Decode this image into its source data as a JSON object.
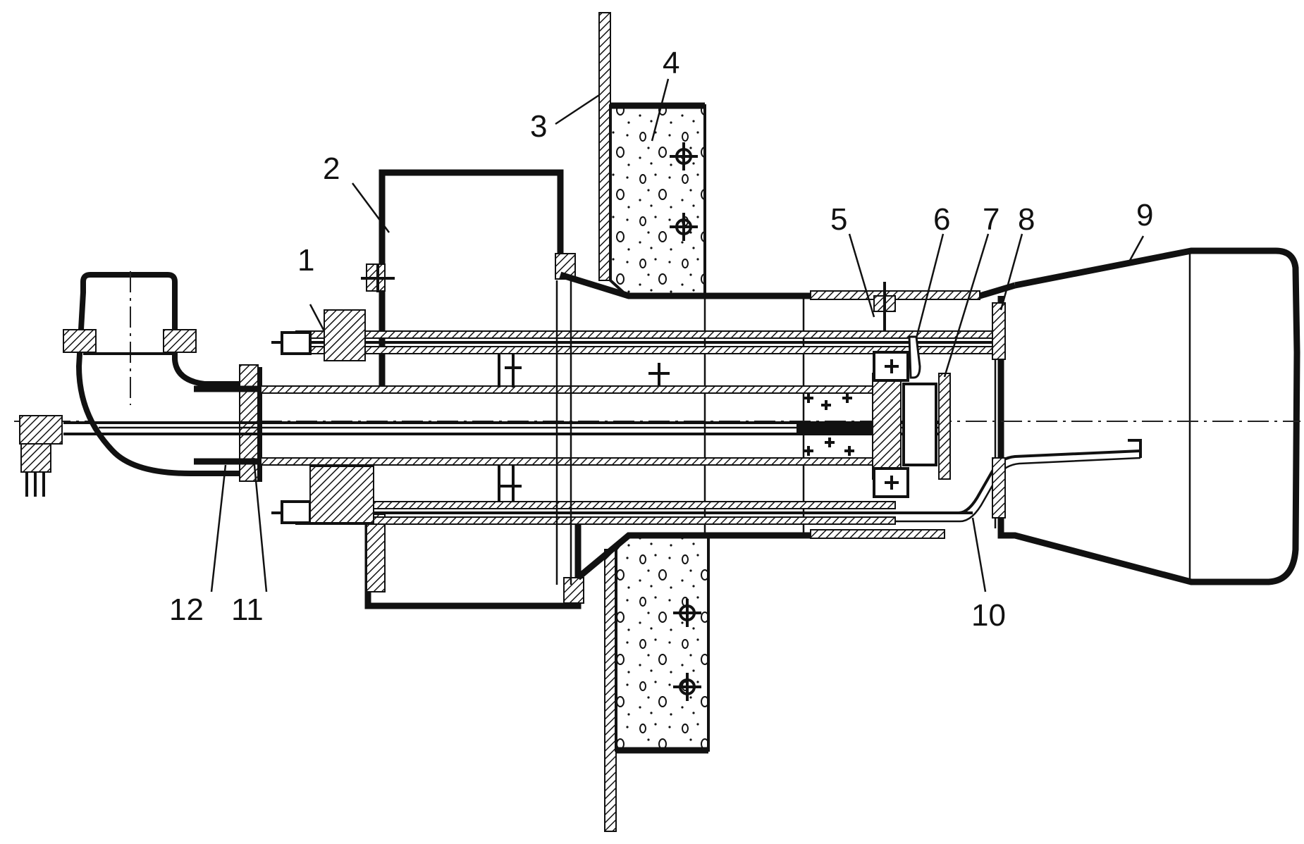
{
  "diagram": {
    "labels": [
      {
        "id": "1",
        "text": "1"
      },
      {
        "id": "2",
        "text": "2"
      },
      {
        "id": "3",
        "text": "3"
      },
      {
        "id": "4",
        "text": "4"
      },
      {
        "id": "5",
        "text": "5"
      },
      {
        "id": "6",
        "text": "6"
      },
      {
        "id": "7",
        "text": "7"
      },
      {
        "id": "8",
        "text": "8"
      },
      {
        "id": "9",
        "text": "9"
      },
      {
        "id": "10",
        "text": "10"
      },
      {
        "id": "11",
        "text": "11"
      },
      {
        "id": "12",
        "text": "12"
      }
    ]
  }
}
